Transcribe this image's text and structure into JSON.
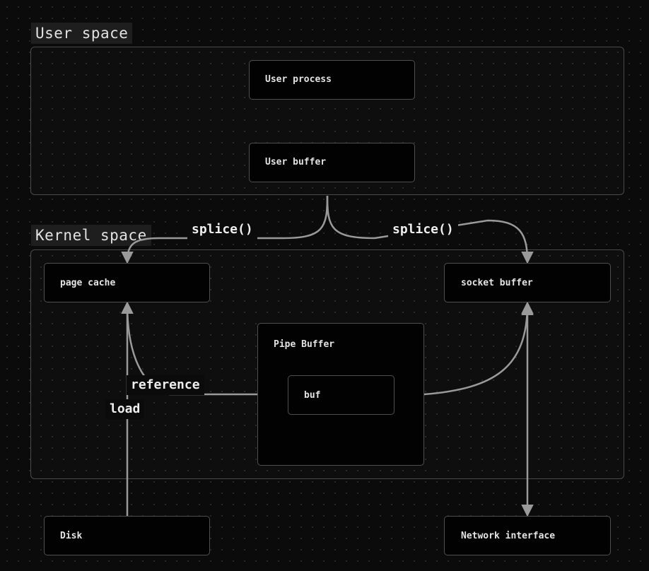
{
  "groups": {
    "user_space": "User space",
    "kernel_space": "Kernel space"
  },
  "nodes": {
    "user_process": "User process",
    "user_buffer": "User buffer",
    "page_cache": "page cache",
    "socket_buffer": "socket buffer",
    "pipe_buffer": "Pipe Buffer",
    "buf": "buf",
    "disk": "Disk",
    "network_interface": "Network interface"
  },
  "edges": {
    "splice_left": "splice()",
    "splice_right": "splice()",
    "reference": "reference",
    "load": "load"
  },
  "colors": {
    "background": "#0b0b0b",
    "edge": "#9a9a9a",
    "border": "#4f4f4f"
  }
}
